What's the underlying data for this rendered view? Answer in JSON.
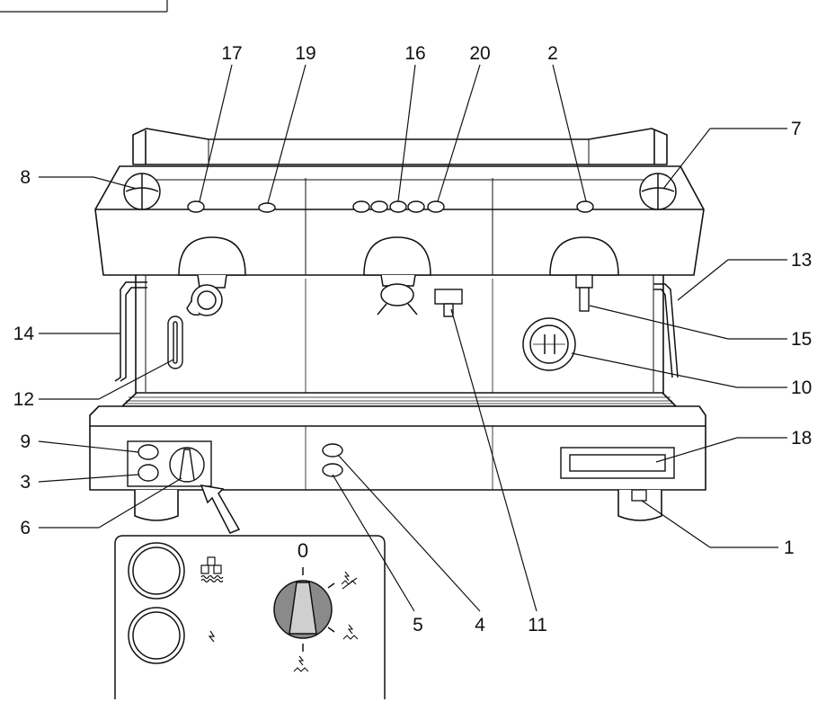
{
  "diagram": {
    "callouts": [
      {
        "id": "17",
        "text": "17"
      },
      {
        "id": "19",
        "text": "19"
      },
      {
        "id": "16",
        "text": "16"
      },
      {
        "id": "20",
        "text": "20"
      },
      {
        "id": "2",
        "text": "2"
      },
      {
        "id": "8",
        "text": "8"
      },
      {
        "id": "7",
        "text": "7"
      },
      {
        "id": "13",
        "text": "13"
      },
      {
        "id": "14",
        "text": "14"
      },
      {
        "id": "15",
        "text": "15"
      },
      {
        "id": "12",
        "text": "12"
      },
      {
        "id": "10",
        "text": "10"
      },
      {
        "id": "9",
        "text": "9"
      },
      {
        "id": "18",
        "text": "18"
      },
      {
        "id": "3",
        "text": "3"
      },
      {
        "id": "6",
        "text": "6"
      },
      {
        "id": "1",
        "text": "1"
      },
      {
        "id": "5",
        "text": "5"
      },
      {
        "id": "4",
        "text": "4"
      },
      {
        "id": "11",
        "text": "11"
      }
    ],
    "detail": {
      "dial_zero": "0",
      "top_lamp_icon": "heater-elements-icon",
      "bottom_lamp_icon": "power-lightning-icon",
      "dial_right_upper_icon": "lightning-heater-crossed-icon",
      "dial_right_lower_icon": "lightning-heater-icon",
      "dial_bottom_icon": "lightning-heater-full-icon"
    },
    "colors": {
      "line": "#111111",
      "knob_fill": "#8a8a8a",
      "knob_highlight": "#cfcfcf",
      "background": "#ffffff"
    }
  }
}
